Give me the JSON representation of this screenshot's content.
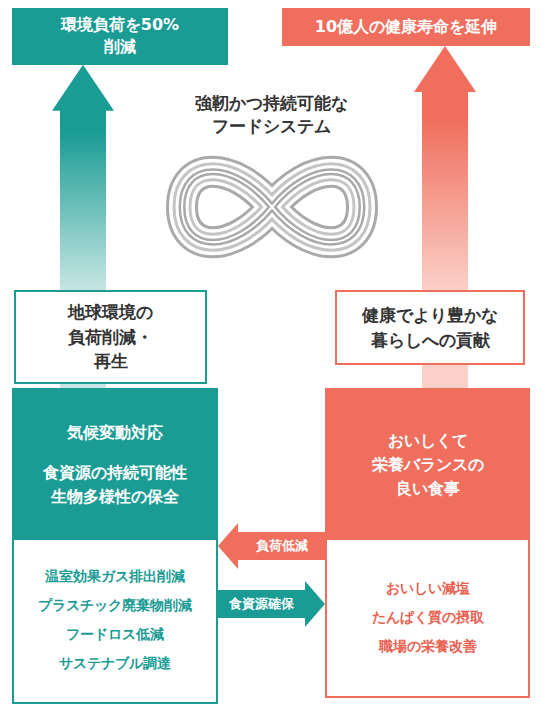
{
  "diagram": {
    "title": "強靭かつ持続可能な フードシステム",
    "nodes": [
      {
        "text": [
          "環境負荷を50%削減"
        ]
      },
      {
        "text": [
          "10億人の健康寿命を延伸"
        ]
      },
      {
        "text": [
          "地球環境の 負荷削減・再生"
        ]
      },
      {
        "text": [
          "健康でより豊かな 暮らしへの貢献"
        ]
      },
      {
        "text": [
          "気候変動対応",
          "食資源の持続可能性 生物多様性の保全",
          "温室効果ガス排出削減",
          "プラスチック廃棄物削減",
          "フードロス低減",
          "サステナブル調達"
        ]
      },
      {
        "text": [
          "おいしくて 栄養バランスの 良い食事",
          "おいしい減塩",
          "たんぱく質の摂取",
          "職場の栄養改善"
        ]
      }
    ],
    "edges": [
      {
        "from": 4,
        "to": 2,
        "arrow": "none"
      },
      {
        "from": 2,
        "to": 0,
        "arrow": "to"
      },
      {
        "from": 5,
        "to": 3,
        "arrow": "none"
      },
      {
        "from": 3,
        "to": 1,
        "arrow": "to"
      },
      {
        "from": 5,
        "to": 4,
        "label": "負荷低減",
        "arrow": "to"
      },
      {
        "from": 4,
        "to": 5,
        "label": "食資源確保",
        "arrow": "to"
      }
    ]
  }
}
